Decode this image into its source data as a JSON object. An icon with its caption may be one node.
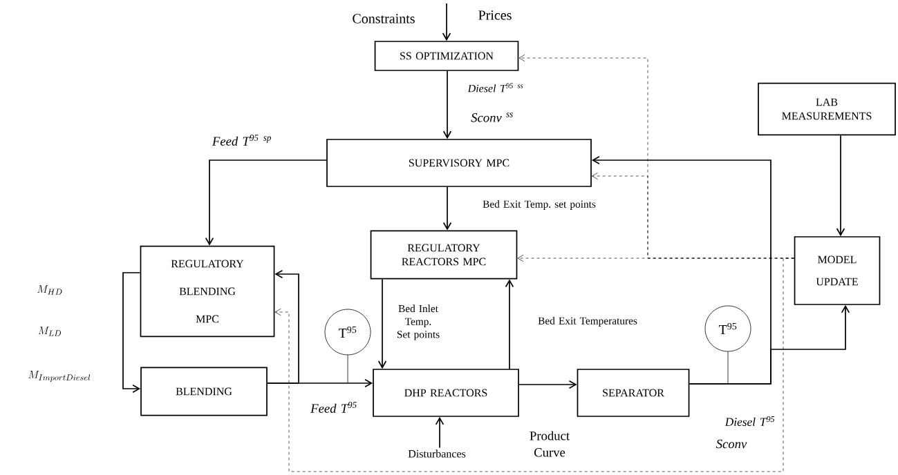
{
  "diagram": {
    "nodes": [
      {
        "text": [
          "SS OPTIMIZATION"
        ]
      },
      {
        "text": [
          "SUPERVISORY  MPC"
        ]
      },
      {
        "text": [
          "LAB MEASUREMENTS"
        ]
      },
      {
        "text": [
          "REGULATORY BLENDING MPC"
        ]
      },
      {
        "text": [
          "REGULATORY REACTORS MPC"
        ]
      },
      {
        "text": [
          "MODEL UPDATE"
        ]
      },
      {
        "text": [
          "BLENDING"
        ]
      },
      {
        "text": [
          "DHP REACTORS"
        ]
      },
      {
        "text": [
          "SEPARATOR"
        ]
      },
      {
        "text": [
          "T$^{95}$"
        ]
      },
      {
        "text": [
          "T$^{95}$"
        ]
      },
      {
        "text": [
          "Disturbances"
        ]
      }
    ],
    "edges": [
      {
        "from": null,
        "to": 0,
        "arrow": "to"
      },
      {
        "from": 0,
        "to": 1,
        "arrow": "to"
      },
      {
        "from": 1,
        "to": 3,
        "arrow": "to"
      },
      {
        "from": 1,
        "to": 4,
        "arrow": "to",
        "label": "Bed Exit Temp. set points"
      },
      {
        "from": 3,
        "to": 6,
        "arrow": "to"
      },
      {
        "from": 6,
        "to": 7,
        "arrow": "to"
      },
      {
        "from": 6,
        "to": 3,
        "arrow": "to"
      },
      {
        "from": 4,
        "to": 7,
        "arrow": "to",
        "label": "Bed Inlet Temp. Set points"
      },
      {
        "from": 7,
        "to": 4,
        "arrow": "to",
        "label": "Bed Exit Temperatures"
      },
      {
        "from": 11,
        "to": 7,
        "arrow": "to"
      },
      {
        "from": 7,
        "to": 8,
        "arrow": "to"
      },
      {
        "from": 8,
        "to": 1,
        "arrow": "to"
      },
      {
        "from": 8,
        "to": 5,
        "arrow": "to"
      },
      {
        "from": 2,
        "to": 5,
        "arrow": "to"
      },
      {
        "from": 5,
        "to": 4,
        "arrow": "to",
        "style": "dashed"
      },
      {
        "from": 5,
        "to": 0,
        "arrow": "to",
        "style": "dashed"
      },
      {
        "from": 5,
        "to": 1,
        "arrow": "to",
        "style": "dashed"
      },
      {
        "from": 5,
        "to": 3,
        "arrow": "to",
        "style": "dashed"
      },
      {
        "from": 9,
        "to": null,
        "arrow": "none"
      },
      {
        "from": 10,
        "to": null,
        "arrow": "none"
      }
    ],
    "labels": [
      "Constraints",
      "Prices",
      "Diesel T$^{95}$ $^{ss}$",
      "Sconv $^{ss}$",
      "Feed T$^{95}$ $^{sp}$",
      "M_{HD}",
      "M_{LD}",
      "M_{ImportDiesel}",
      "Feed T$^{95}$",
      "Product Curve",
      "Diesel T$^{95}$",
      "Sconv"
    ]
  }
}
